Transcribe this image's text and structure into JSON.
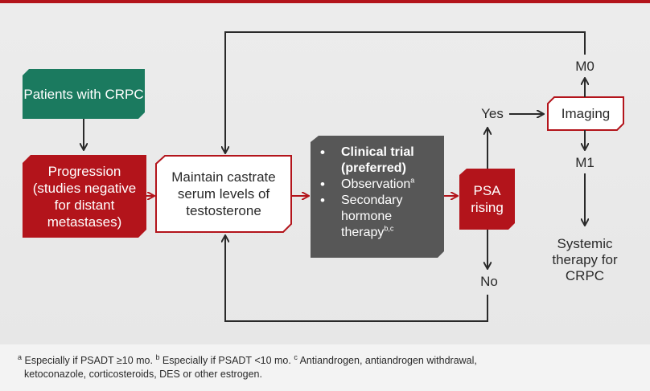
{
  "colors": {
    "red": "#b3141b",
    "green": "#1b7a5f",
    "dark_gray": "#575757",
    "white": "#ffffff",
    "text": "#2a2a2a"
  },
  "nodes": {
    "patients": "Patients with CRPC",
    "progression": "Progression (studies negative for distant metastases)",
    "maintain": "Maintain castrate serum levels of testosterone",
    "psa": "PSA rising",
    "imaging": "Imaging",
    "systemic": "Systemic therapy for CRPC"
  },
  "options": {
    "clinical_trial": "Clinical trial (preferred)",
    "observation": "Observation",
    "observation_note": "a",
    "secondary": "Secondary hormone therapy",
    "secondary_note": "b,c"
  },
  "labels": {
    "yes": "Yes",
    "no": "No",
    "m0": "M0",
    "m1": "M1"
  },
  "footnotes": {
    "a_mark": "a",
    "a_text": " Especially if PSADT ≥10 mo. ",
    "b_mark": "b",
    "b_text": " Especially if PSADT <10 mo. ",
    "c_mark": "c",
    "c_text": " Antiandrogen, antiandrogen withdrawal,",
    "line2": "ketoconazole, corticosteroids, DES or other estrogen."
  }
}
